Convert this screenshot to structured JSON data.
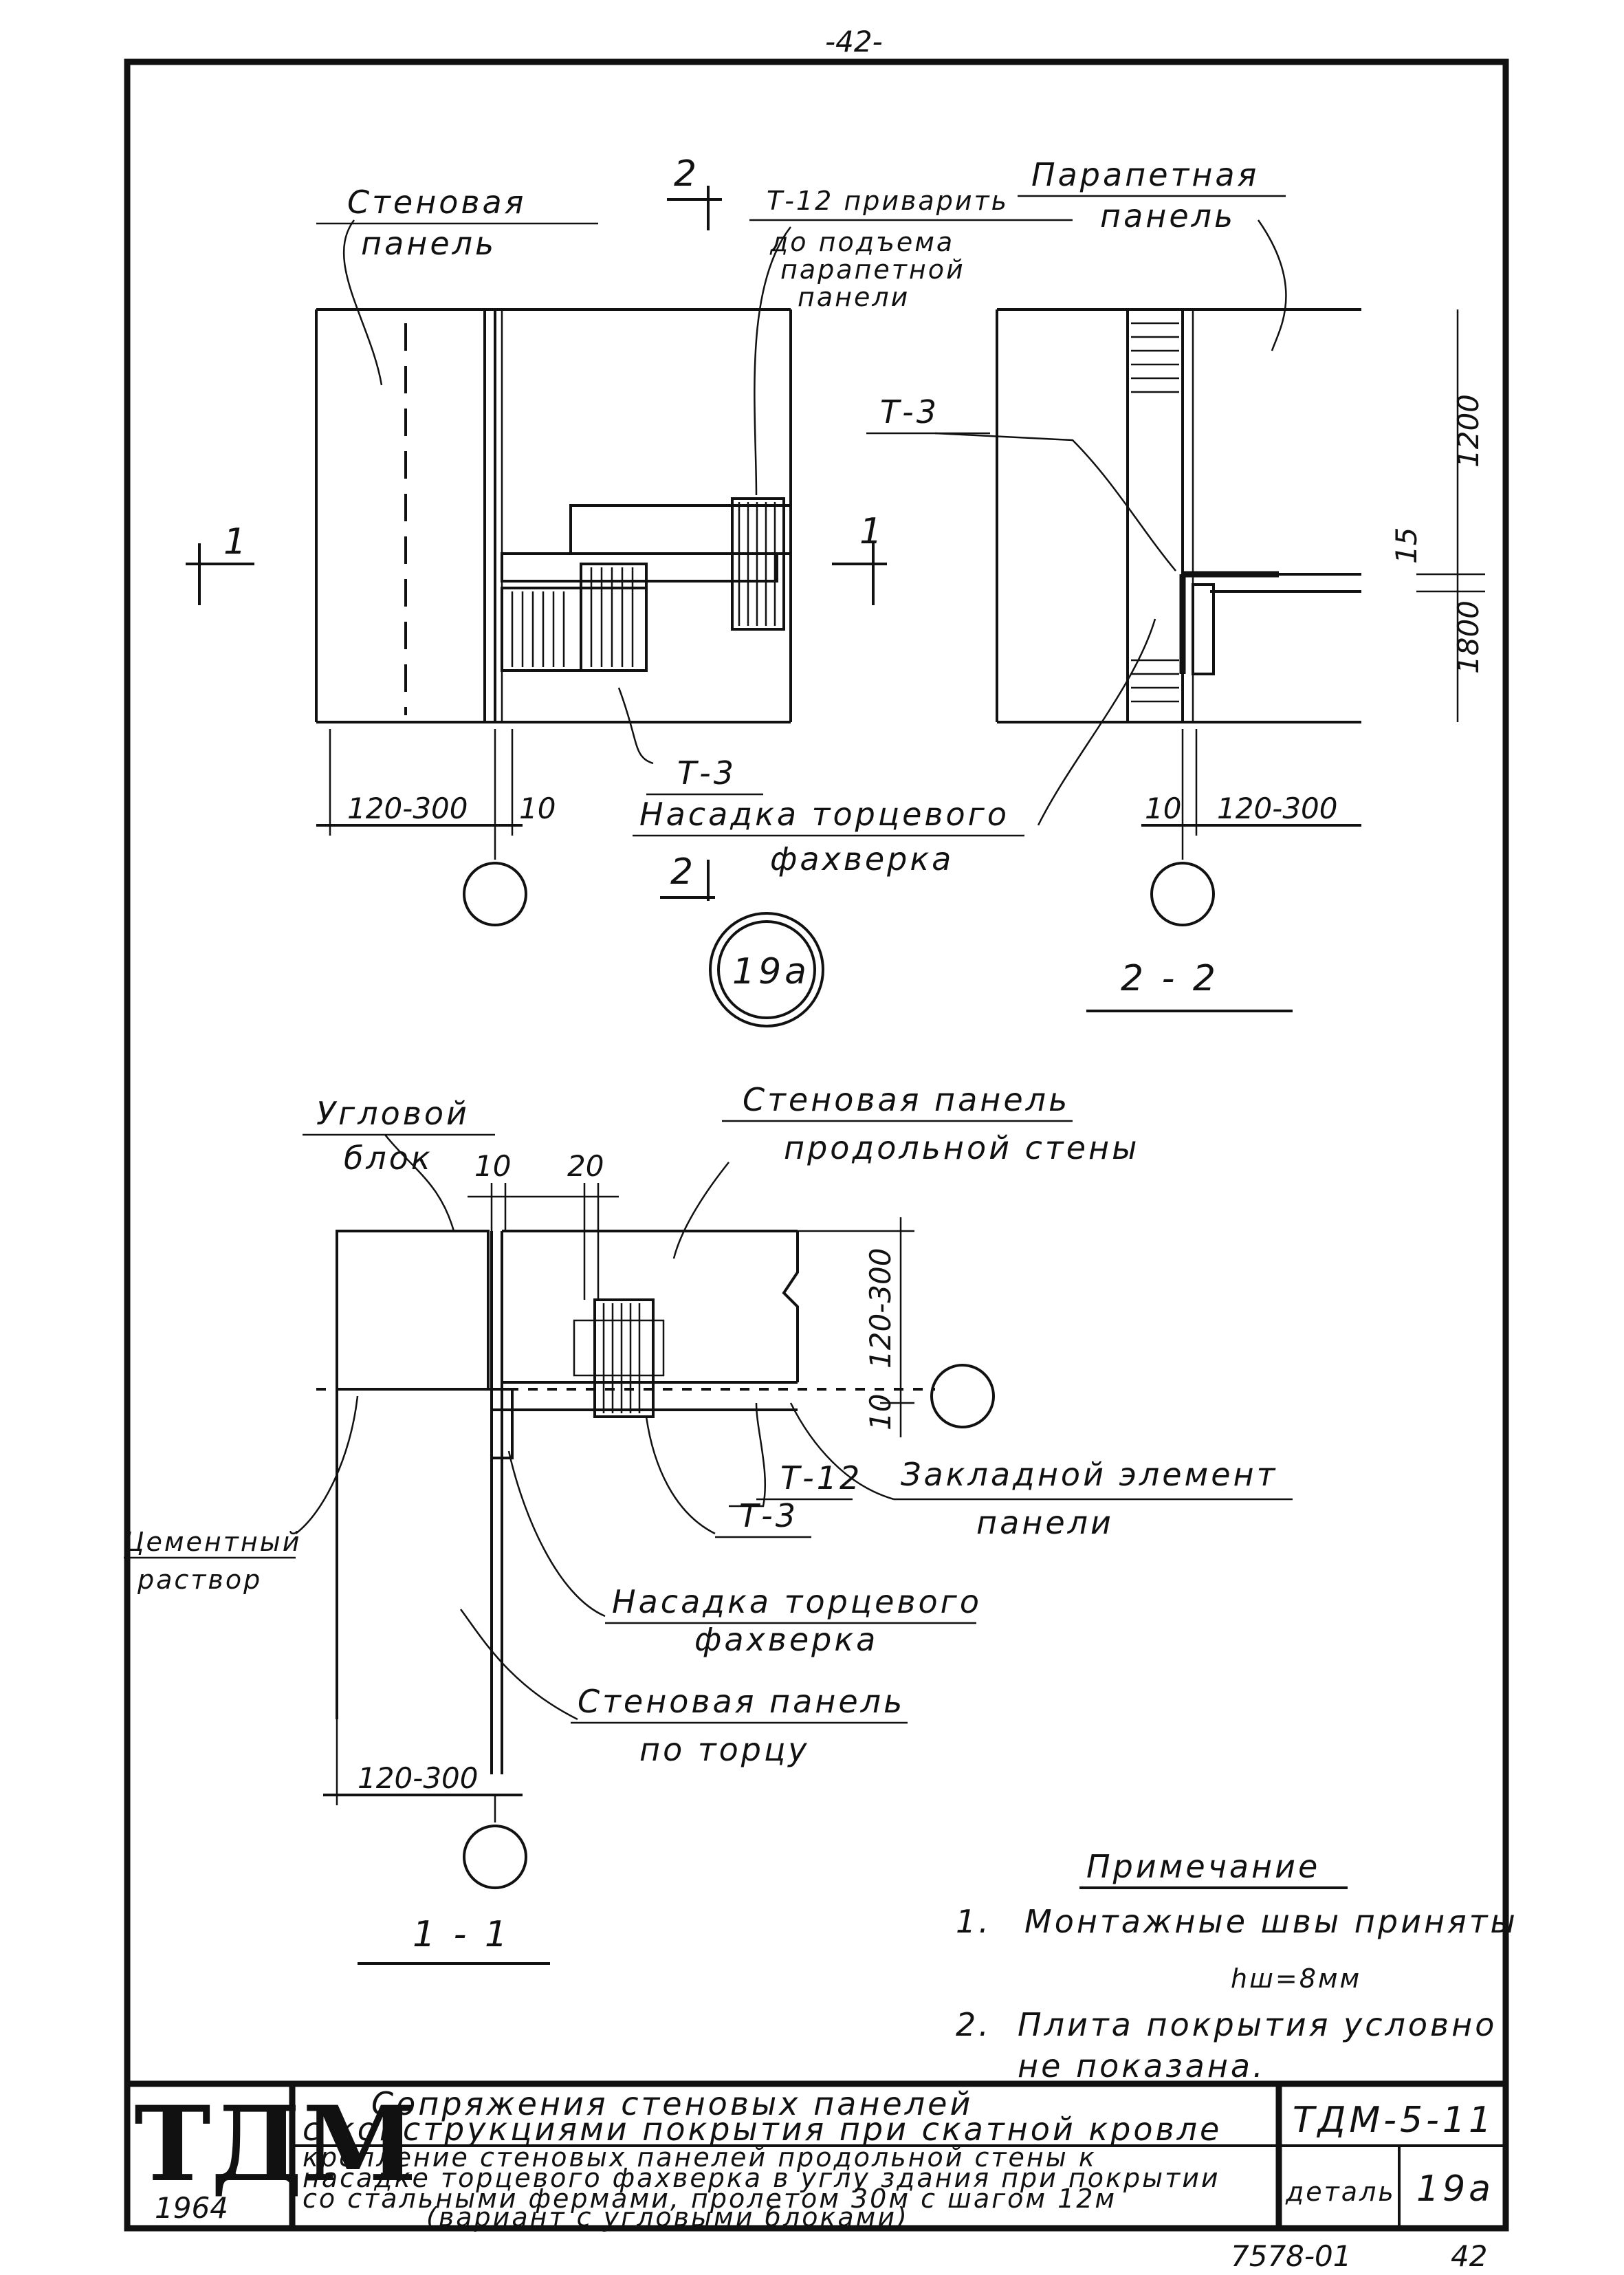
{
  "page": {
    "number": "-42-",
    "footer_code": "7578-01",
    "footer_page": "42"
  },
  "plan": {
    "label_wall_panel_1": "Стеновая",
    "label_wall_panel_2": "панель",
    "label_t12_1": "Т-12 приварить",
    "label_t12_2": "до подъема",
    "label_t12_3": "парапетной",
    "label_t12_4": "панели",
    "label_t3": "Т-3",
    "label_nasadka_1": "Насадка торцевого",
    "label_nasadka_2": "фахверка",
    "dim_left": "120-300",
    "dim_gap": "10",
    "section_1_left": "1",
    "section_1_right": "1",
    "section_2_top": "2",
    "section_2_bottom": "2",
    "detail_mark": "19а"
  },
  "section22": {
    "label_parapet_1": "Парапетная",
    "label_parapet_2": "панель",
    "label_t3": "Т-3",
    "dim_top": "1200",
    "dim_mid": "15",
    "dim_bottom": "1800",
    "dim_gap": "10",
    "dim_right": "120-300",
    "title": "2 - 2"
  },
  "section11": {
    "label_corner_1": "Угловой",
    "label_corner_2": "блок",
    "label_long_1": "Стеновая панель",
    "label_long_2": "продольной стены",
    "dim_10": "10",
    "dim_20": "20",
    "dim_vert": "120-300",
    "dim_vert_10": "10",
    "label_t12": "Т-12",
    "label_embedded_1": "Закладной элемент",
    "label_embedded_2": "панели",
    "label_t3": "Т-3",
    "label_mortar_1": "Цементный",
    "label_mortar_2": "раствор",
    "label_nasadka_1": "Насадка торцевого",
    "label_nasadka_2": "фахверка",
    "label_end_1": "Стеновая панель",
    "label_end_2": "по торцу",
    "dim_bottom": "120-300",
    "title": "1 - 1"
  },
  "notes": {
    "heading": "Примечание",
    "item1_num": "1.",
    "item1_text": "Монтажные швы приняты",
    "item1_formula": "hш=8мм",
    "item2_num": "2.",
    "item2_text_1": "Плита покрытия условно",
    "item2_text_2": "не показана."
  },
  "title_block": {
    "stamp": "ТДМ",
    "year": "1964",
    "title_1": "Сопряжения стеновых панелей",
    "title_2": "с конструкциями покрытия при скатной кровле",
    "sub_1": "крепление стеновых панелей продольной стены к",
    "sub_2": "насадке торцевого фахверка в углу здания при покрытии",
    "sub_3": "со стальными фермами, пролетом 30м с шагом 12м",
    "sub_4": "(вариант с угловыми блоками)",
    "series": "ТДМ-5-11",
    "detail_label": "деталь",
    "detail_value": "19а"
  }
}
